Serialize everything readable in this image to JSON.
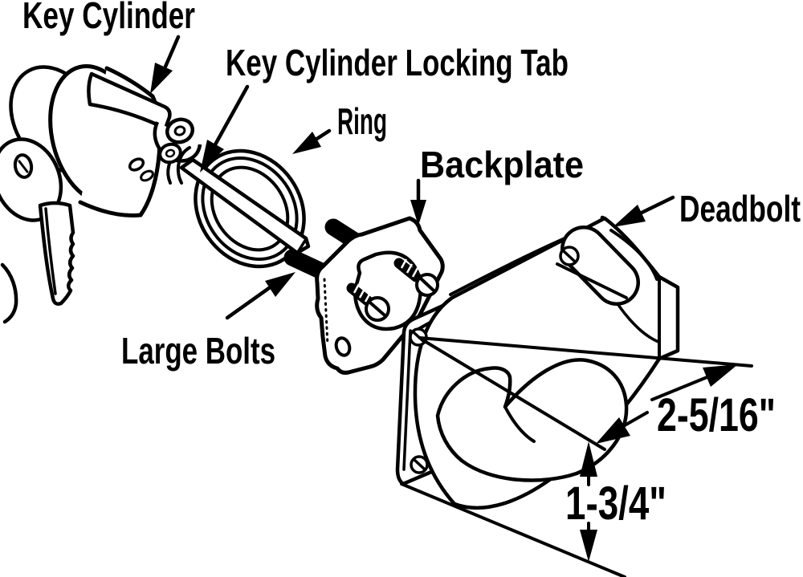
{
  "diagram": {
    "type": "exploded-parts-line-drawing",
    "subject": "Deadbolt lock assembly",
    "colors": {
      "ink": "#000000",
      "background": "#ffffff"
    },
    "labels": {
      "key_cylinder": "Key Cylinder",
      "locking_tab": "Key Cylinder Locking Tab",
      "ring": "Ring",
      "backplate": "Backplate",
      "deadbolt": "Deadbolt",
      "large_bolts": "Large Bolts"
    },
    "dimensions": {
      "depth": "2-5/16\"",
      "height": "1-3/4\""
    }
  }
}
